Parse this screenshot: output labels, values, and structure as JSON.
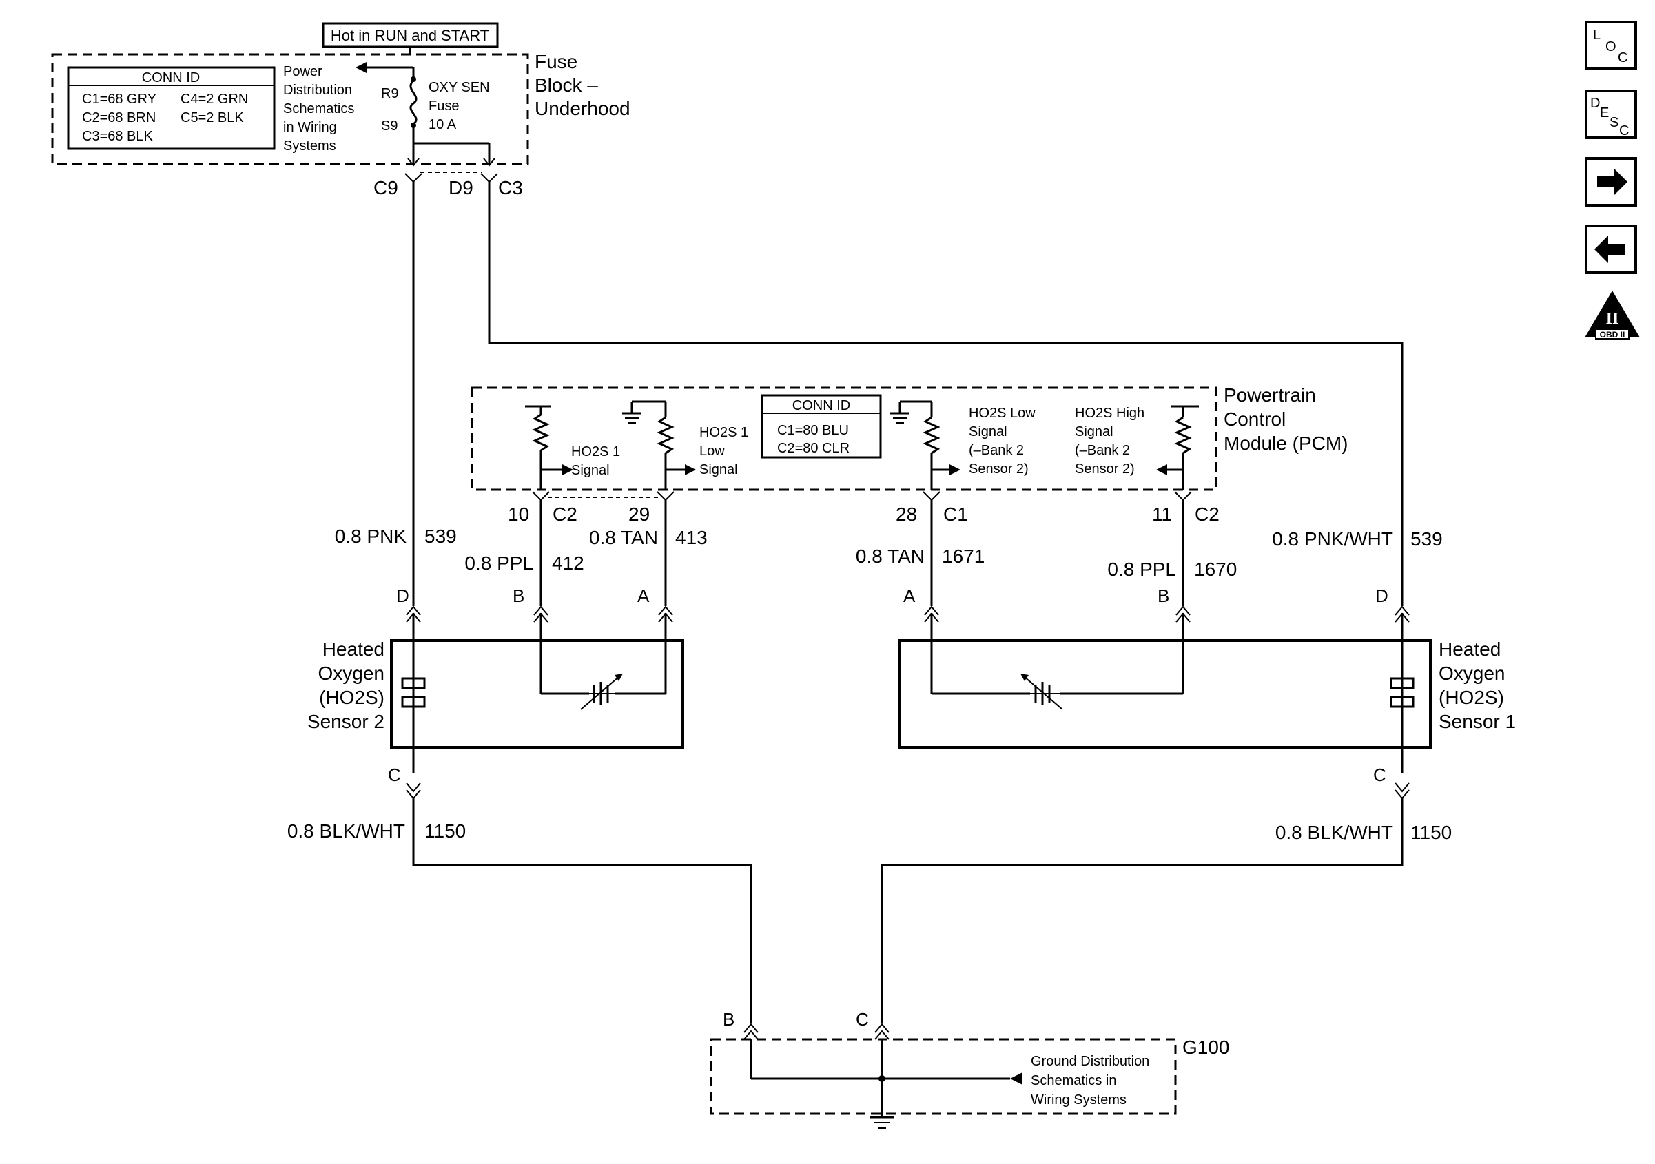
{
  "fuse_block": {
    "hot_label": "Hot in RUN and START",
    "title_line1": "Fuse",
    "title_line2": "Block –",
    "title_line3": "Underhood",
    "conn_id_title": "CONN ID",
    "conn_c1": "C1=68 GRY",
    "conn_c4": "C4=2 GRN",
    "conn_c2": "C2=68 BRN",
    "conn_c5": "C5=2 BLK",
    "conn_c3": "C3=68 BLK",
    "power_dist_1": "Power",
    "power_dist_2": "Distribution",
    "power_dist_3": "Schematics",
    "power_dist_4": "in Wiring",
    "power_dist_5": "Systems",
    "pin_r9": "R9",
    "pin_s9": "S9",
    "fuse_1": "OXY SEN",
    "fuse_2": "Fuse",
    "fuse_3": "10 A",
    "conn_c9": "C9",
    "conn_d9": "D9",
    "conn_c3_pin": "C3"
  },
  "pcm": {
    "title_1": "Powertrain",
    "title_2": "Control",
    "title_3": "Module (PCM)",
    "conn_id_title": "CONN ID",
    "conn_c1": "C1=80 BLU",
    "conn_c2": "C2=80 CLR",
    "sig1_a": "HO2S 1",
    "sig1_b": "Signal",
    "sig2_a": "HO2S 1",
    "sig2_b": "Low",
    "sig2_c": "Signal",
    "sig3_a": "HO2S Low",
    "sig3_b": "Signal",
    "sig3_c": "(–Bank 2",
    "sig3_d": "Sensor 2)",
    "sig4_a": "HO2S High",
    "sig4_b": "Signal",
    "sig4_c": "(–Bank 2",
    "sig4_d": "Sensor 2)",
    "pin10": "10",
    "c2a": "C2",
    "pin29": "29",
    "pin28": "28",
    "c1": "C1",
    "pin11": "11",
    "c2b": "C2"
  },
  "wires": {
    "w1_gauge": "0.8 PNK",
    "w1_circ": "539",
    "w2_gauge": "0.8 PPL",
    "w2_circ": "412",
    "w3_gauge": "0.8 TAN",
    "w3_circ": "413",
    "w4_gauge": "0.8 TAN",
    "w4_circ": "1671",
    "w5_gauge": "0.8 PPL",
    "w5_circ": "1670",
    "w6_gauge": "0.8 PNK/WHT",
    "w6_circ": "539",
    "w7_gauge": "0.8 BLK/WHT",
    "w7_circ": "1150",
    "w8_gauge": "0.8 BLK/WHT",
    "w8_circ": "1150"
  },
  "sensor2": {
    "name_1": "Heated",
    "name_2": "Oxygen",
    "name_3": "(HO2S)",
    "name_4": "Sensor 2",
    "pin_d": "D",
    "pin_b": "B",
    "pin_a": "A",
    "pin_c": "C"
  },
  "sensor1": {
    "name_1": "Heated",
    "name_2": "Oxygen",
    "name_3": "(HO2S)",
    "name_4": "Sensor 1",
    "pin_a": "A",
    "pin_b": "B",
    "pin_d": "D",
    "pin_c": "C"
  },
  "ground": {
    "name": "G100",
    "pin_b": "B",
    "pin_c": "C",
    "desc_1": "Ground Distribution",
    "desc_2": "Schematics in",
    "desc_3": "Wiring Systems"
  },
  "nav": {
    "loc_l": "L",
    "loc_o": "O",
    "loc_c": "C",
    "desc_d": "D",
    "desc_e": "E",
    "desc_s": "S",
    "desc_c": "C",
    "obd_numeral": "II",
    "obd_label": "OBD II"
  }
}
